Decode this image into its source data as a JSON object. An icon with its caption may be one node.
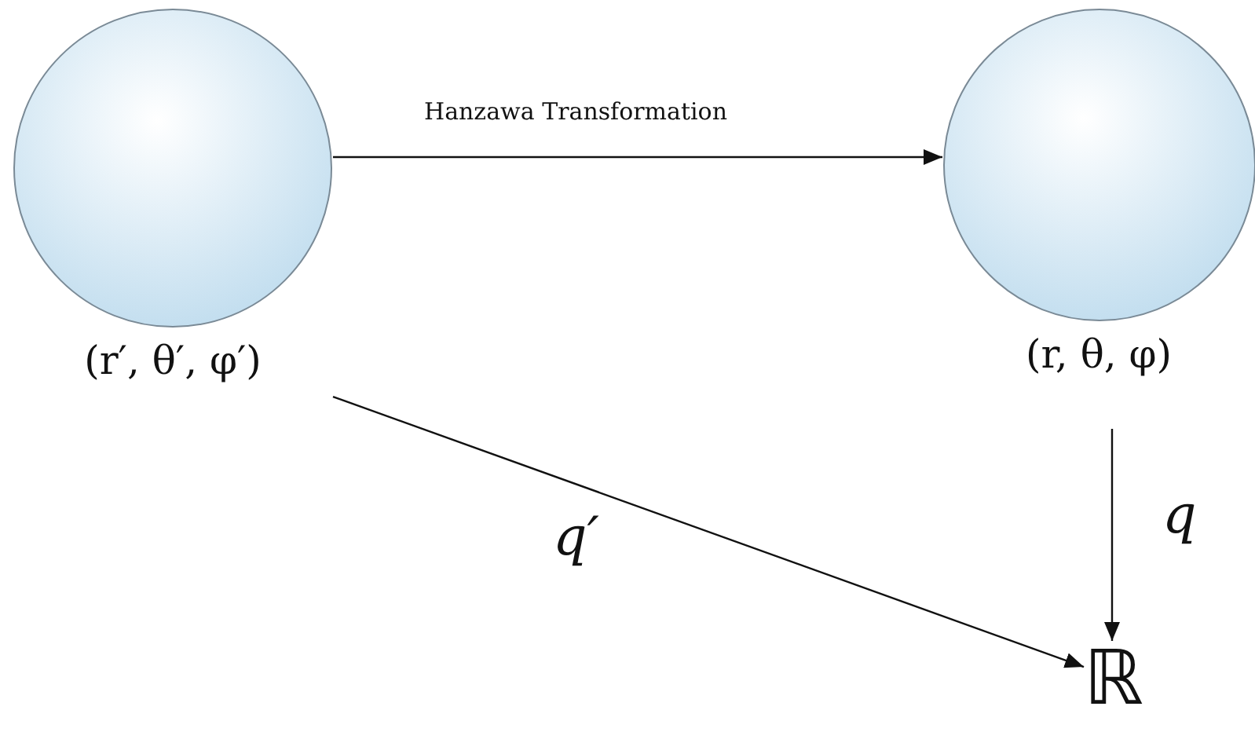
{
  "diagram": {
    "nodes": [
      {
        "text": [],
        "shape": "circle",
        "beside": [
          "(r′, θ′, φ′)"
        ]
      },
      {
        "text": [],
        "shape": "circle",
        "beside": [
          "(r, θ, φ)"
        ]
      },
      {
        "text": [
          "ℝ"
        ]
      }
    ],
    "edges": [
      {
        "from": 0,
        "to": 1,
        "arrow": "to",
        "label": "Hanzawa Transformation"
      },
      {
        "from": 1,
        "to": 2,
        "arrow": "to",
        "label": "q"
      },
      {
        "from": 0,
        "to": 2,
        "arrow": "to",
        "label": "q′"
      }
    ]
  }
}
